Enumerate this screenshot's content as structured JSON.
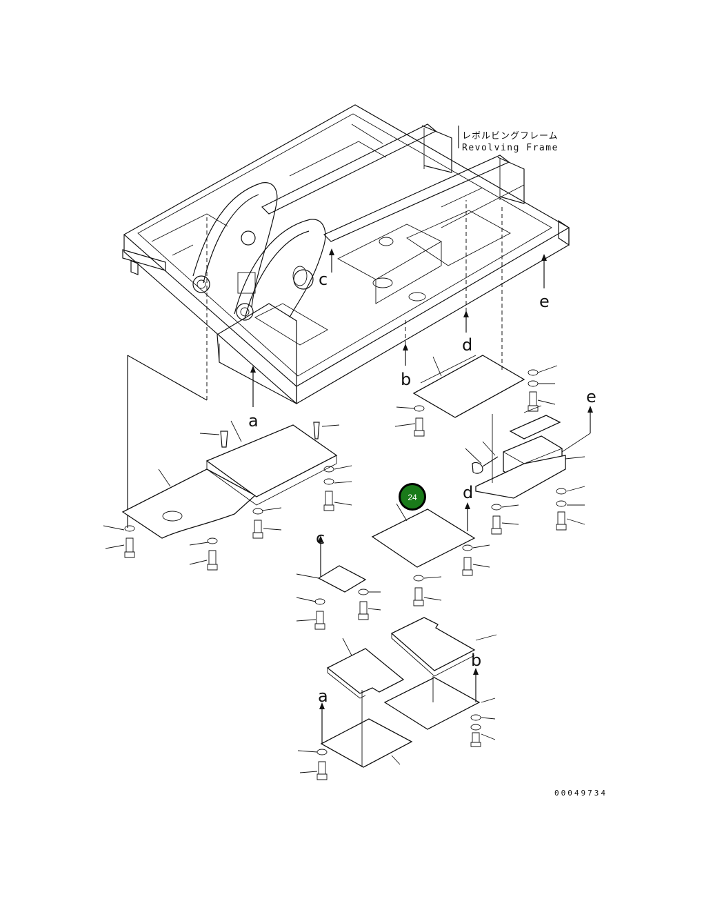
{
  "frame_label": {
    "japanese": "レボルビングフレーム",
    "english": "Revolving Frame"
  },
  "drawing_code": "00049734",
  "callout": {
    "number": "24",
    "fill_color": "#1a7a1a",
    "ring_color": "#000000"
  },
  "reference_letters": [
    "a",
    "b",
    "c",
    "d",
    "e"
  ]
}
